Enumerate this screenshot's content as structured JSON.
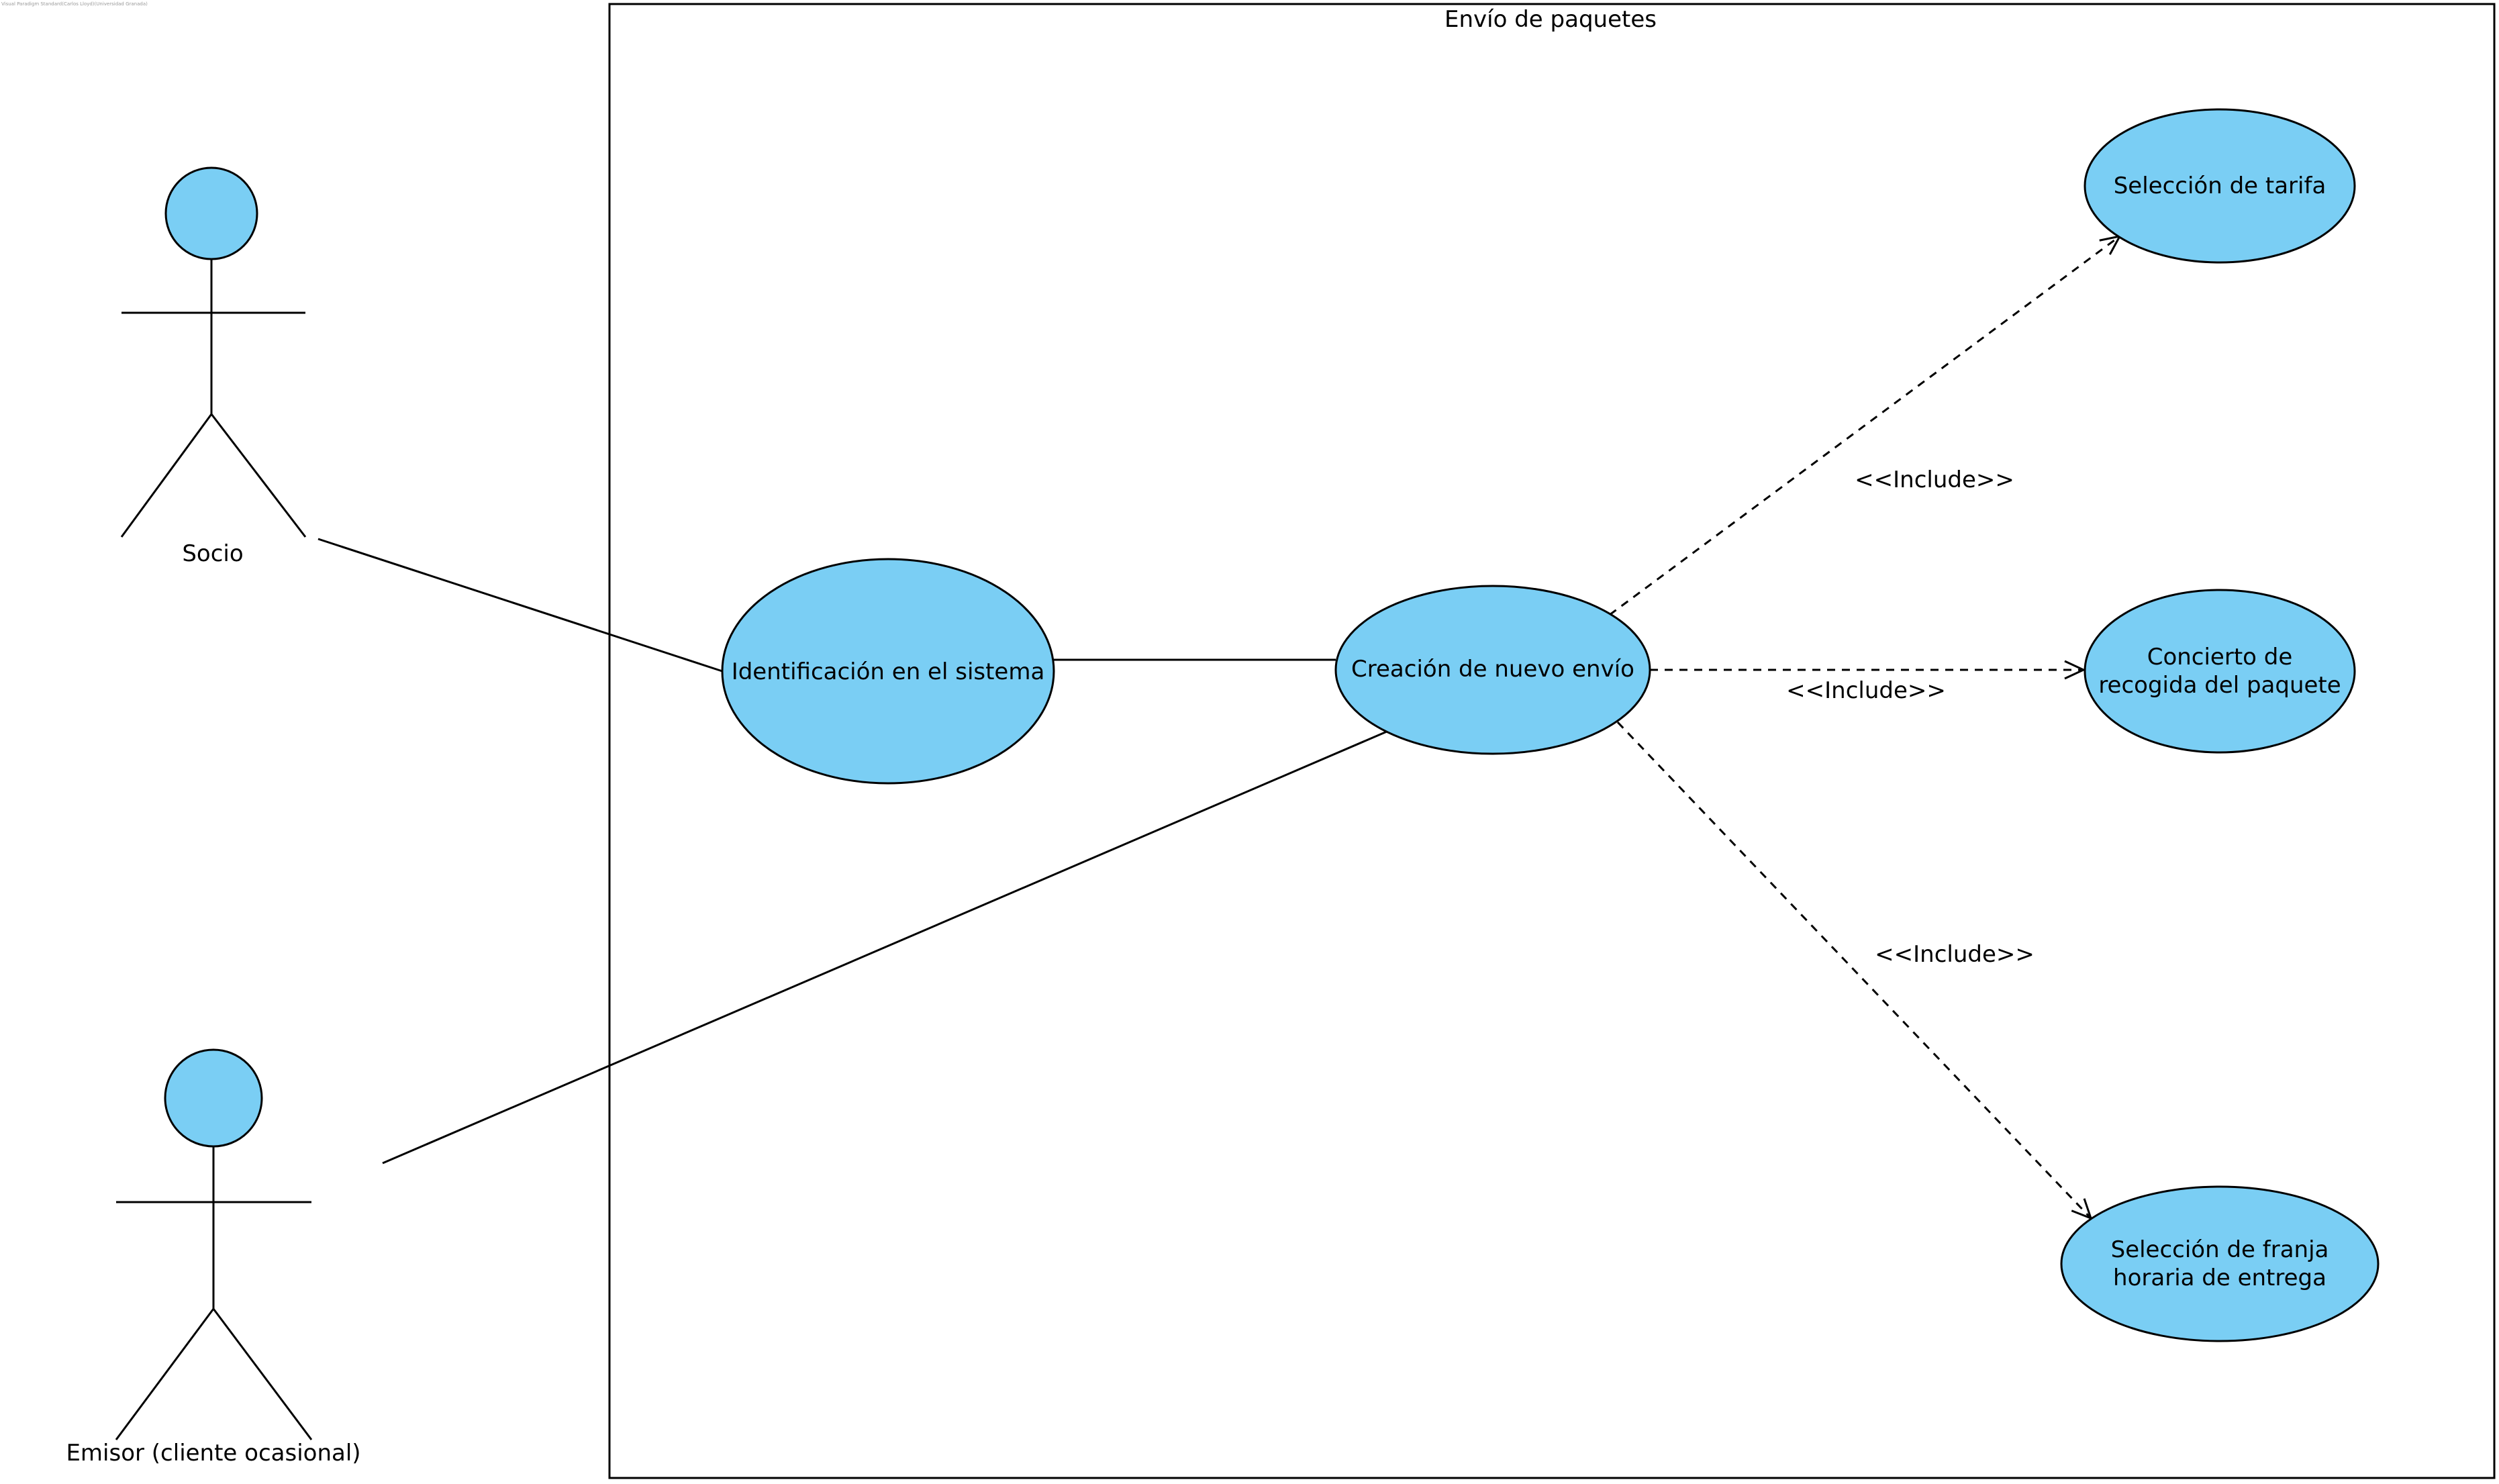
{
  "watermark": "Visual Paradigm Standard(Carlos Lloyd)(Universidad Granada)",
  "colors": {
    "usecase_fill": "#7ACEF4",
    "actor_head_fill": "#7ACEF4",
    "stroke": "#000000",
    "background": "#FFFFFF"
  },
  "system": {
    "title": "Envío de paquetes"
  },
  "actors": {
    "socio": {
      "label": "Socio"
    },
    "emisor": {
      "label": "Emisor (cliente ocasional)"
    }
  },
  "use_cases": {
    "identificacion": {
      "lines": [
        "Identificación en el sistema"
      ]
    },
    "creacion": {
      "lines": [
        "Creación de nuevo envío"
      ]
    },
    "tarifa": {
      "lines": [
        "Selección de tarifa"
      ]
    },
    "concierto": {
      "lines": [
        "Concierto de",
        "recogida del paquete"
      ]
    },
    "franja": {
      "lines": [
        "Selección de franja",
        "horaria de entrega"
      ]
    }
  },
  "relations": {
    "include_tarifa": {
      "stereotype": "<<Include>>"
    },
    "include_concierto": {
      "stereotype": "<<Include>>"
    },
    "include_franja": {
      "stereotype": "<<Include>>"
    }
  }
}
